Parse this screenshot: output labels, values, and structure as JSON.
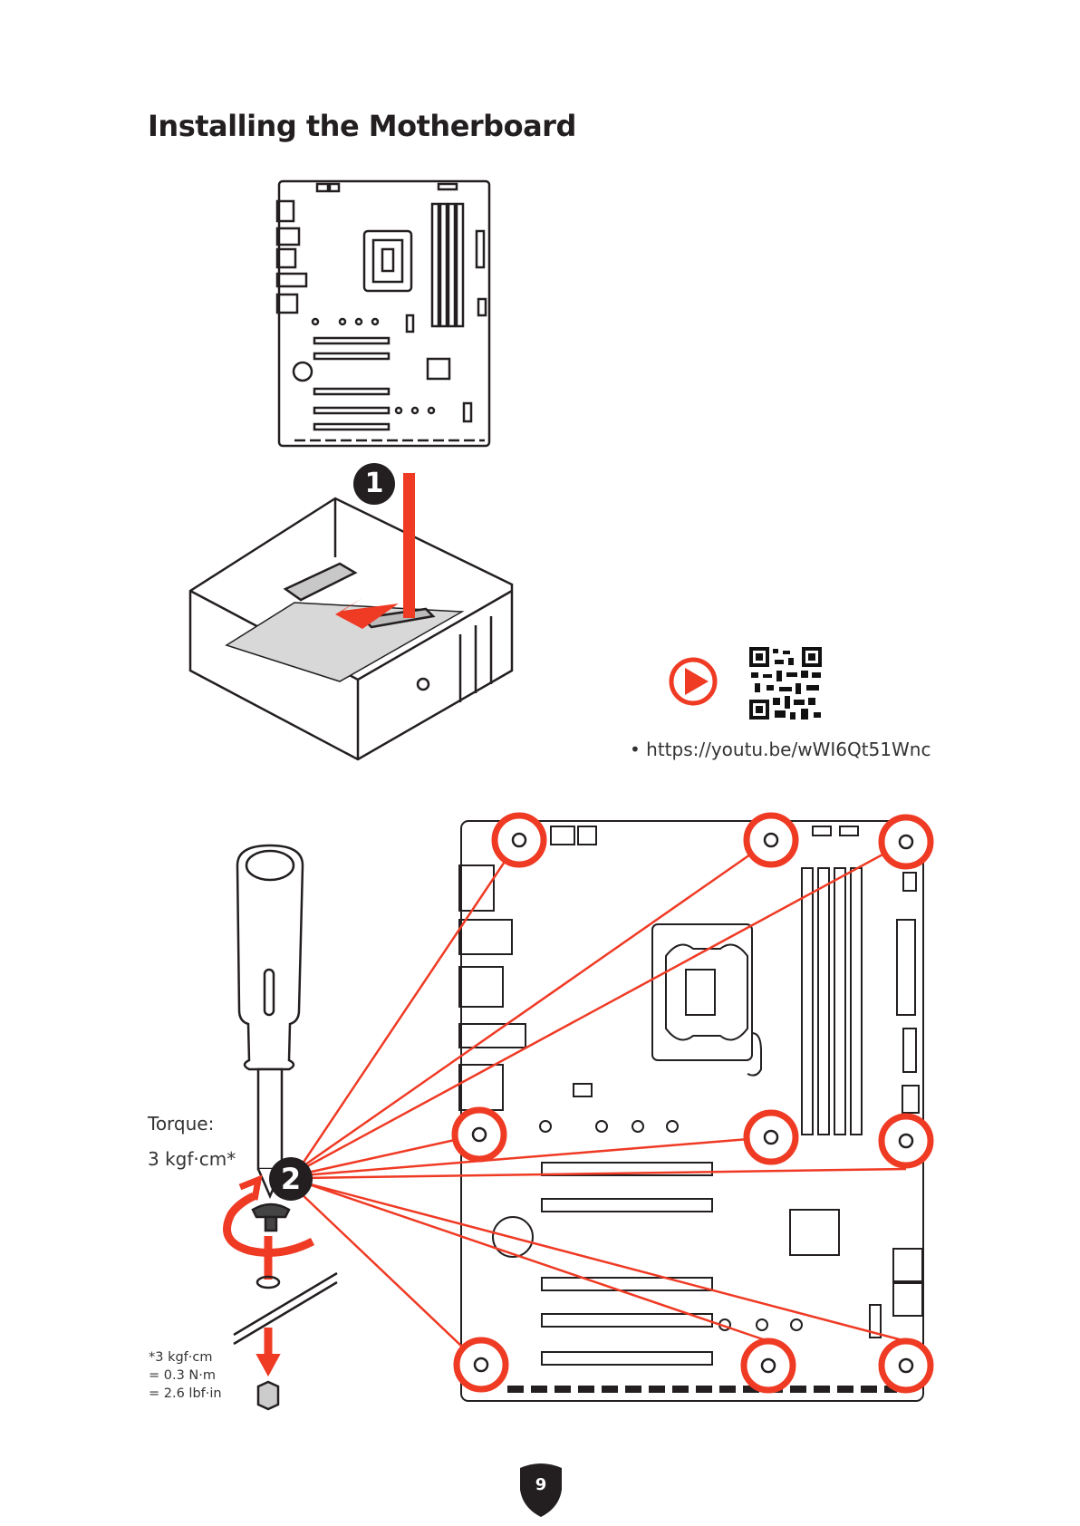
{
  "page": {
    "title": "Installing the Motherboard",
    "page_number": "9"
  },
  "steps": [
    {
      "number": "1"
    },
    {
      "number": "2"
    }
  ],
  "video": {
    "icon": "play-icon",
    "qr": "qr-code",
    "bullet": "•",
    "url": "https://youtu.be/wWI6Qt51Wnc"
  },
  "torque": {
    "label": "Torque:",
    "value": "3 kgf·cm*",
    "footnote": [
      "*3 kgf·cm",
      "= 0.3 N·m",
      "= 2.6 lbf·in"
    ]
  },
  "colors": {
    "accent": "#ef3a24",
    "ink": "#231f20"
  }
}
